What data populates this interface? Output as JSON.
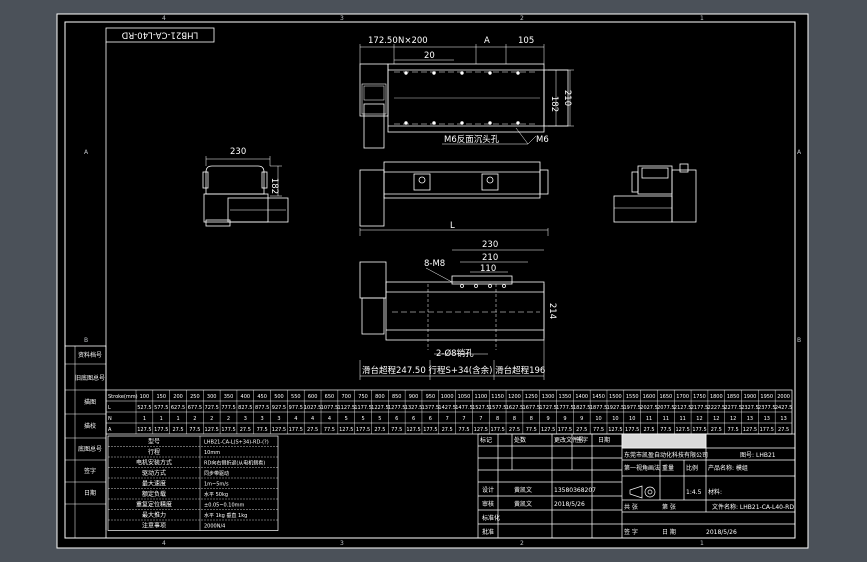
{
  "drawing": {
    "model_code": "LHB21-CA-L40-RD",
    "edge_letters_top": [
      "4",
      "3",
      "2",
      "1"
    ],
    "edge_letters_bottom": [
      "4",
      "3",
      "2",
      "1"
    ],
    "edge_letters_left": [
      "A",
      "B"
    ],
    "edge_letters_right": [
      "A",
      "B"
    ]
  },
  "dims_top_view": {
    "d172": "172.50",
    "dNx200": "N×200",
    "dA": "A",
    "d105": "105",
    "d20": "20",
    "d182": "182",
    "d210": "210",
    "m6_label": "M6反面沉头孔",
    "m6": "M6"
  },
  "dims_end_view": {
    "d230": "230",
    "d182": "182"
  },
  "dims_front_view": {
    "dL": "L"
  },
  "dims_bottom_view": {
    "d230": "230",
    "d210": "210",
    "d110": "110",
    "m8": "8-M8",
    "d214": "214",
    "pin_hole": "2-Ø8销孔",
    "stroke_note": "滑台超程247.50 行程S+34(含余) 滑台超程196"
  },
  "left_column_labels": [
    "资料档号",
    "旧底图总号",
    "描图",
    "描校",
    "底图总号",
    "签字",
    "日期"
  ],
  "spec_table": {
    "header": [
      "Stroke(mm)",
      "100",
      "150",
      "200",
      "250",
      "300",
      "350",
      "400",
      "450",
      "500",
      "550",
      "600",
      "650",
      "700",
      "750",
      "800",
      "850",
      "900",
      "950",
      "1000",
      "1050",
      "1100",
      "1150",
      "1200",
      "1250",
      "1300",
      "1350",
      "1400",
      "1450",
      "1500",
      "1550",
      "1600",
      "1650",
      "1700",
      "1750",
      "1800",
      "1850",
      "1900",
      "1950",
      "2000"
    ],
    "row1": [
      "L",
      "527.5",
      "577.5",
      "627.5",
      "677.5",
      "727.5",
      "777.5",
      "827.5",
      "877.5",
      "927.5",
      "977.5",
      "1027.5",
      "1077.5",
      "1127.5",
      "1177.5",
      "1227.5",
      "1277.5",
      "1327.5",
      "1377.5",
      "1427.5",
      "1477.5",
      "1527.5",
      "1577.5",
      "1627.5",
      "1677.5",
      "1727.5",
      "1777.5",
      "1827.5",
      "1877.5",
      "1927.5",
      "1977.5",
      "2027.5",
      "2077.5",
      "2127.5",
      "2177.5",
      "2227.5",
      "2277.5",
      "2327.5",
      "2377.5",
      "2427.5"
    ],
    "row2": [
      "N",
      "1",
      "1",
      "1",
      "2",
      "2",
      "2",
      "3",
      "3",
      "3",
      "4",
      "4",
      "4",
      "5",
      "5",
      "5",
      "6",
      "6",
      "6",
      "7",
      "7",
      "7",
      "8",
      "8",
      "8",
      "9",
      "9",
      "9",
      "10",
      "10",
      "10",
      "11",
      "11",
      "11",
      "12",
      "12",
      "12",
      "13",
      "13",
      "13"
    ],
    "row3": [
      "A",
      "127.5",
      "177.5",
      "27.5",
      "77.5",
      "127.5",
      "177.5",
      "27.5",
      "77.5",
      "127.5",
      "177.5",
      "27.5",
      "77.5",
      "127.5",
      "177.5",
      "27.5",
      "77.5",
      "127.5",
      "177.5",
      "27.5",
      "77.5",
      "127.5",
      "177.5",
      "27.5",
      "77.5",
      "127.5",
      "177.5",
      "27.5",
      "77.5",
      "127.5",
      "177.5",
      "27.5",
      "77.5",
      "127.5",
      "177.5",
      "27.5",
      "77.5",
      "127.5",
      "177.5",
      "27.5"
    ]
  },
  "param_table": {
    "rows": [
      [
        "型号",
        "LHB21-CA-L(S+34)-RD-(?)"
      ],
      [
        "行程",
        "10mm"
      ],
      [
        "电机安装方式",
        "RD向右侧折返(从电机侧看)"
      ],
      [
        "驱动方式",
        "同步带驱动"
      ],
      [
        "最大速度",
        "1m~5m/s"
      ],
      [
        "额定负载",
        "水平 50kg"
      ],
      [
        "重复定位精度",
        "±0.05~0.10mm"
      ],
      [
        "最大推力",
        "水平 1kg  垂直 1kg"
      ],
      [
        "注意事项",
        "2000N/4"
      ]
    ]
  },
  "title_block": {
    "col_heads": [
      "标记",
      "处数",
      "更改文件号",
      "签字",
      "日期"
    ],
    "company": "东莞市凯盈自动化科技有限公司",
    "drawing_name_label": "图号:",
    "drawing_no": "LHB21",
    "design": "设计",
    "check": "审核",
    "standard": "标准化",
    "approve": "批准",
    "weight_label": "重量",
    "scale_label": "比例",
    "scale_value": "1:4.5",
    "sheet_label": "共 张",
    "sheet_no": "第 张",
    "designer": "黄凯文",
    "phone": "13580368207",
    "date": "2018/5/26",
    "product_label": "产品名称: 模组",
    "material_label": "材料:",
    "file_name": "文件名称: LHB21-CA-L40-RD",
    "sign_label": "签 字",
    "date_label": "日 期",
    "date2": "2018/5/26",
    "projection": "第一视角画法"
  }
}
